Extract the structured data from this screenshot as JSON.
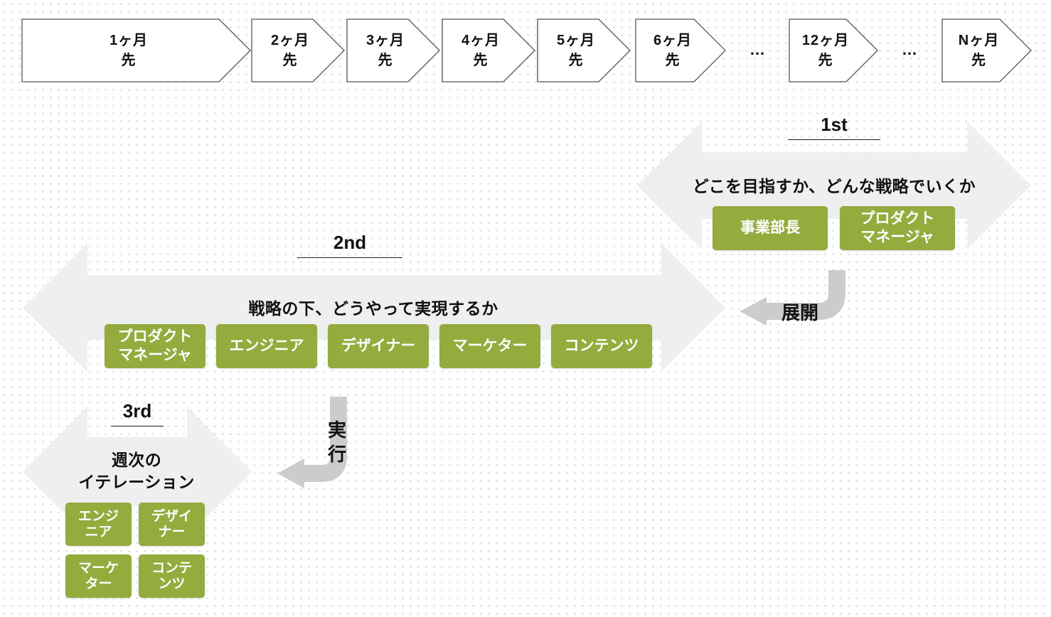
{
  "timeline": {
    "steps": [
      "1ヶ月\n先",
      "2ヶ月\n先",
      "3ヶ月\n先",
      "4ヶ月\n先",
      "5ヶ月\n先",
      "6ヶ月\n先",
      "12ヶ月\n先",
      "Nヶ月\n先"
    ],
    "ellipsis": "…"
  },
  "first": {
    "label": "1st",
    "description": "どこを目指すか、どんな戦略でいくか",
    "roles": [
      "事業部長",
      "プロダクト\nマネージャ"
    ]
  },
  "second": {
    "label": "2nd",
    "description": "戦略の下、どうやって実現するか",
    "roles": [
      "プロダクト\nマネージャ",
      "エンジニア",
      "デザイナー",
      "マーケター",
      "コンテンツ"
    ]
  },
  "third": {
    "label": "3rd",
    "description": "週次の\nイテレーション",
    "roles": [
      "エンジ\nニア",
      "デザイ\nナー",
      "マーケ\nター",
      "コンテ\nンツ"
    ]
  },
  "arrows": {
    "expand": "展開",
    "execute": "実\n行"
  },
  "colors": {
    "role_chip": "#94ab3e",
    "band": "#efefef",
    "connector": "#cccccc"
  }
}
